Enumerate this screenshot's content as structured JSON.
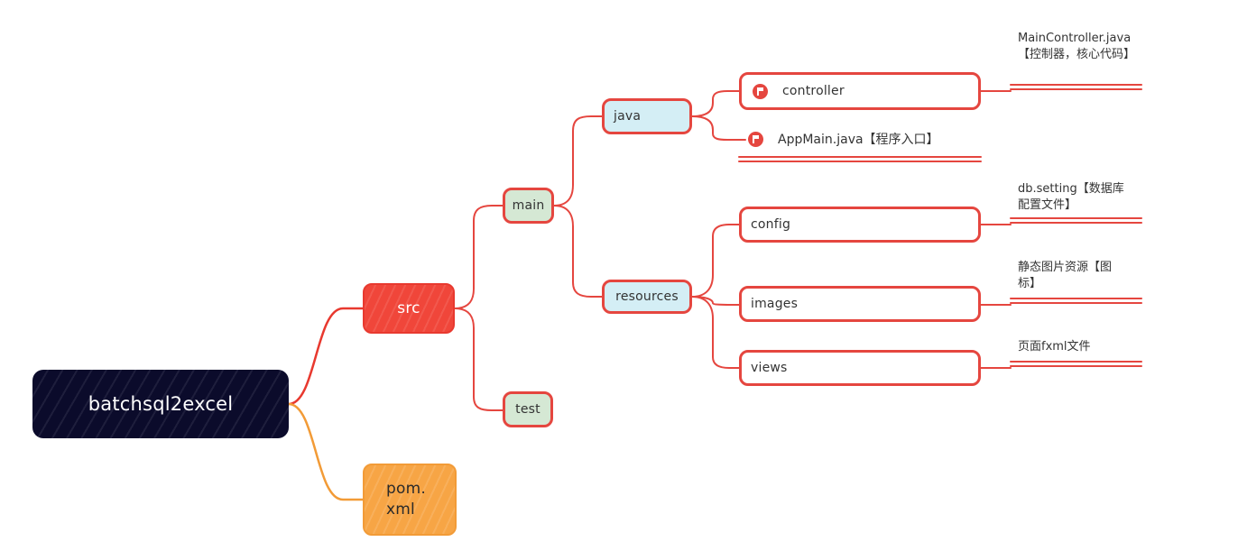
{
  "root": {
    "label": "batchsql2excel"
  },
  "src": {
    "label": "src",
    "main": {
      "label": "main",
      "java": {
        "label": "java",
        "controller": {
          "label": "controller",
          "note": "MainController.java【控制器，核心代码】",
          "icon": "flag-icon"
        },
        "appmain": {
          "label": "AppMain.java【程序入口】",
          "icon": "flag-icon"
        }
      },
      "resources": {
        "label": "resources",
        "config": {
          "label": "config",
          "note": "db.setting【数据库配置文件】"
        },
        "images": {
          "label": "images",
          "note": "静态图片资源【图标】"
        },
        "views": {
          "label": "views",
          "note": "页面fxml文件"
        }
      }
    },
    "test": {
      "label": "test"
    }
  },
  "pom": {
    "line1": "pom.",
    "line2": "xml"
  },
  "colors": {
    "root": "#0b0b2b",
    "src": "#f0463a",
    "pom": "#f7a545",
    "border": "#e5463f",
    "main_fill": "#d5e8d4",
    "java_fill": "#d4eef5"
  }
}
